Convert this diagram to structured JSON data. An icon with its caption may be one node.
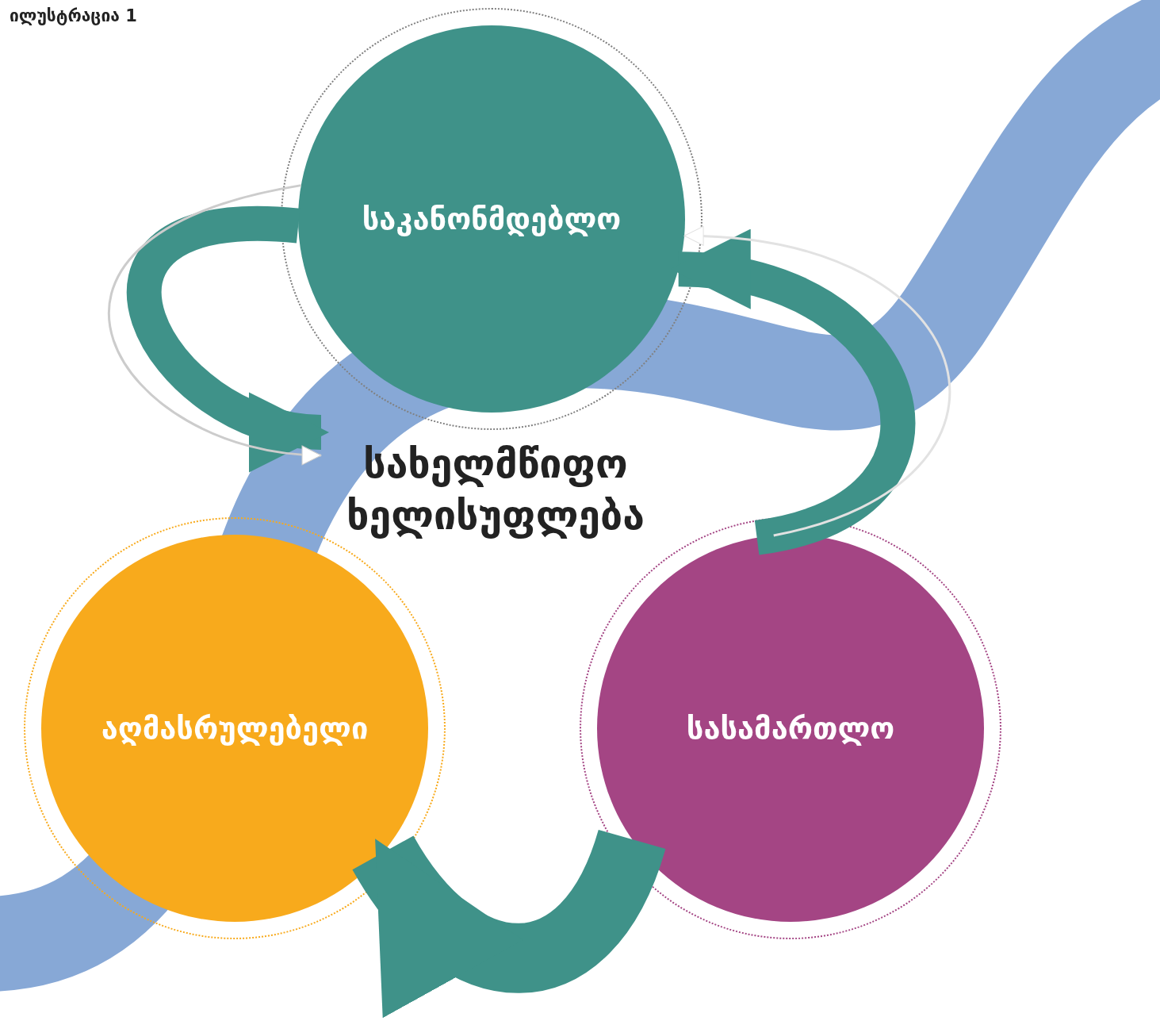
{
  "diagram": {
    "title": "ილუსტრაცია 1",
    "nodes": [
      {
        "text": [
          "საკანონმდებლო"
        ]
      },
      {
        "text": [
          "სახელმწიფო ხელისუფლება"
        ]
      },
      {
        "text": [
          "აღმასრულებელი"
        ]
      },
      {
        "text": [
          "სასამართლო"
        ]
      }
    ],
    "edges": [
      {
        "from": 0,
        "to": 1,
        "arrow": "to"
      },
      {
        "from": 0,
        "to": 1,
        "arrow": "to",
        "color": "#cccccc"
      },
      {
        "from": 3,
        "to": 0,
        "arrow": "to"
      },
      {
        "from": 3,
        "to": 0,
        "arrow": "to",
        "color": "#e2e2e2"
      },
      {
        "from": 3,
        "to": 2,
        "arrow": "to",
        "style": "thick"
      }
    ]
  }
}
